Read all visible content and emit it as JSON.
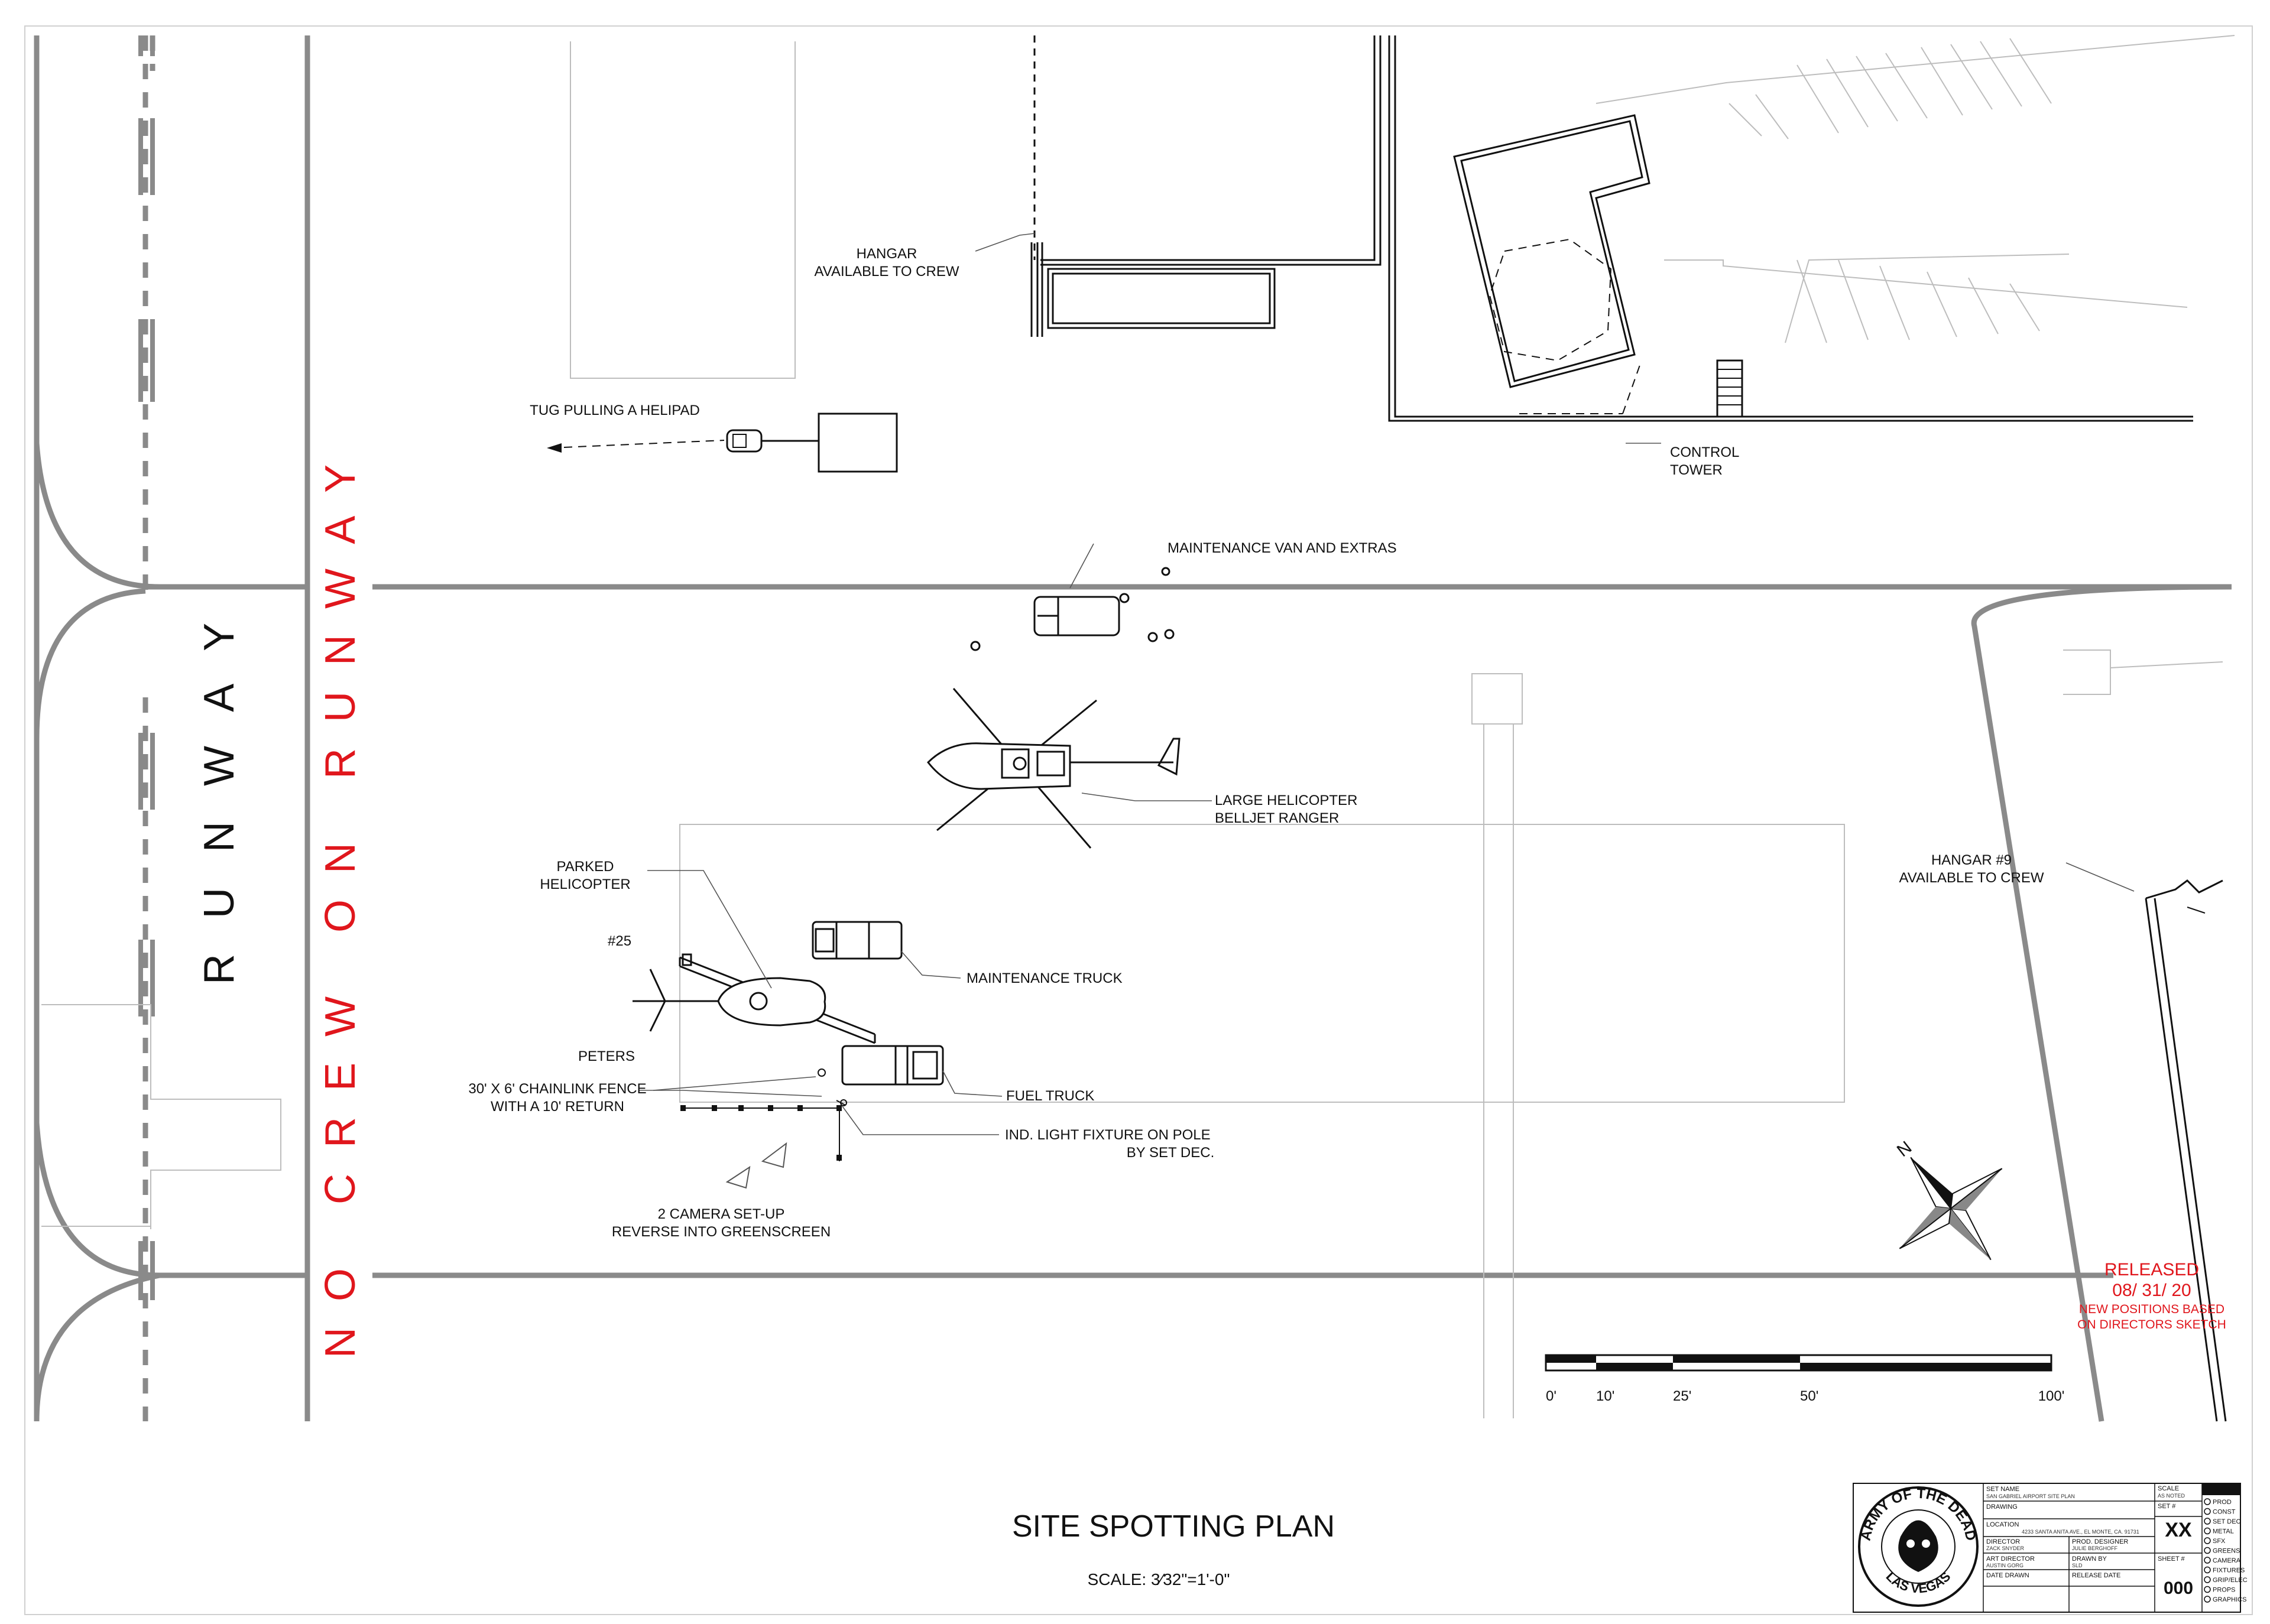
{
  "runway": {
    "label": "RUNWAY",
    "warning": "NO CREW ON RUNWAY"
  },
  "labels": {
    "hangar_top": [
      "HANGAR",
      "AVAILABLE TO CREW"
    ],
    "tug": "TUG PULLING A HELIPAD",
    "control_tower": [
      "CONTROL",
      "TOWER"
    ],
    "maintenance_van": "MAINTENANCE VAN AND EXTRAS",
    "large_helicopter": [
      "LARGE HELICOPTER",
      "BELLJET RANGER"
    ],
    "parked_helicopter": [
      "PARKED",
      "HELICOPTER"
    ],
    "number_25": "#25",
    "maintenance_truck": "MAINTENANCE TRUCK",
    "peters": "PETERS",
    "fence": [
      "30' X 6' CHAINLINK FENCE",
      "WITH A 10' RETURN"
    ],
    "fuel_truck": "FUEL TRUCK",
    "light_fixture": [
      "IND. LIGHT FIXTURE ON POLE",
      "BY SET DEC."
    ],
    "camera": [
      "2 CAMERA SET-UP",
      "REVERSE INTO GREENSCREEN"
    ],
    "hangar_9": [
      "HANGAR #9",
      "AVAILABLE TO CREW"
    ]
  },
  "release": {
    "title": "RELEASED",
    "date": "08/ 31/ 20",
    "note": [
      "NEW POSITIONS BASED",
      "ON DIRECTORS SKETCH"
    ]
  },
  "scale_bar": {
    "ticks": [
      "0'",
      "10'",
      "25'",
      "50'",
      "100'"
    ]
  },
  "compass": {
    "letter": "N"
  },
  "title": {
    "main": "SITE SPOTTING PLAN",
    "scale": "SCALE: 3⁄32\"=1'-0\""
  },
  "title_block": {
    "logo_top": "ARMY OF THE DEAD",
    "logo_bottom": "LAS VEGAS",
    "set_name_label": "SET NAME",
    "set_name_value": "SAN GABRIEL AIRPORT SITE PLAN",
    "drawing_label": "DRAWING",
    "location_label": "LOCATION",
    "location_value": "4233 SANTA ANITA AVE., EL MONTE, CA. 91731",
    "director_label": "DIRECTOR",
    "director_value": "ZACK SNYDER",
    "prod_designer_label": "PROD. DESIGNER",
    "prod_designer_value": "JULIE BERGHOFF",
    "art_director_label": "ART DIRECTOR",
    "art_director_value": "AUSTIN GORG",
    "drawn_by_label": "DRAWN BY",
    "drawn_by_value": "SLD",
    "date_drawn_label": "DATE DRAWN",
    "release_date_label": "RELEASE DATE",
    "scale_label": "SCALE",
    "scale_value": "AS NOTED",
    "set_label": "SET #",
    "set_value": "XX",
    "sheet_label": "SHEET #",
    "sheet_value": "000",
    "departments": [
      "PROD",
      "CONST",
      "SET DEC",
      "METAL",
      "SFX",
      "GREENS",
      "CAMERA",
      "FIXTURES",
      "GRIP/ELEC",
      "PROPS",
      "GRAPHICS"
    ]
  }
}
